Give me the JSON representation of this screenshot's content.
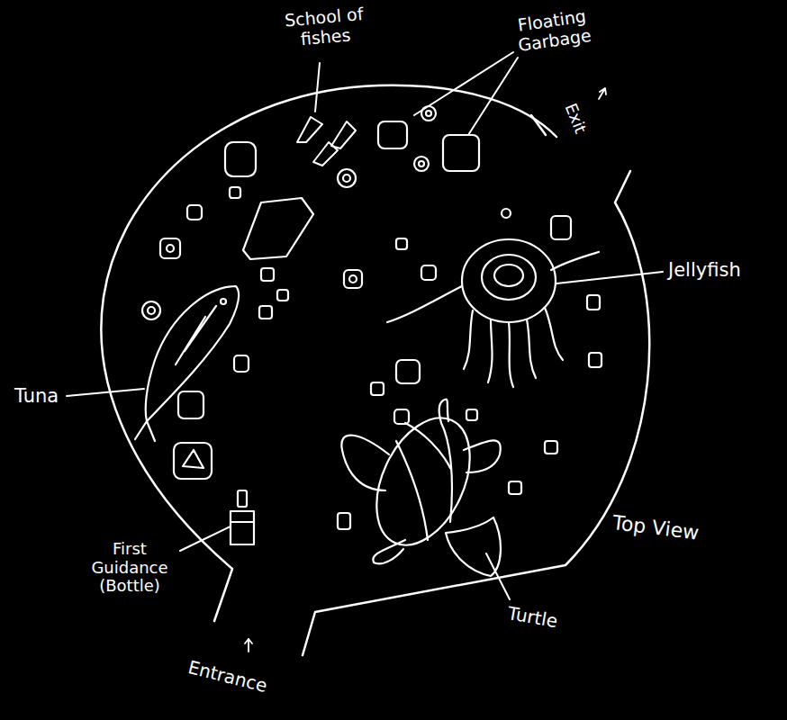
{
  "diagram": {
    "labels": [
      "School of fishes",
      "Floating Garbage",
      "Exit",
      "Jellyfish",
      "Tuna",
      "First Guidance (Bottle)",
      "Entrance",
      "Top View",
      "Turtle"
    ]
  }
}
